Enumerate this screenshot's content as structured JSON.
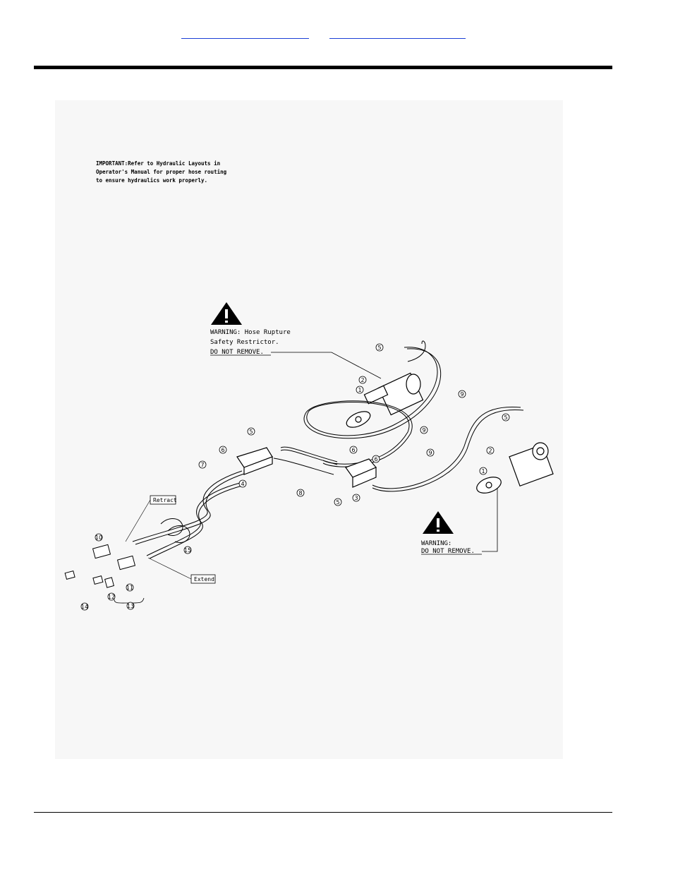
{
  "header": {
    "link_a": "",
    "link_b": ""
  },
  "figure": {
    "note_lines": [
      "IMPORTANT:Refer to Hydraulic Layouts in",
      "Operator's Manual for proper hose routing",
      "to ensure hydraulics work properly."
    ],
    "warning_top": {
      "line1": "WARNING: Hose Rupture",
      "line2": "Safety Restrictor.",
      "line3": "DO NOT REMOVE."
    },
    "warning_bottom": {
      "line1": "WARNING:",
      "line2": "DO NOT REMOVE."
    },
    "label_retract": "Retract",
    "label_extend": "Extend",
    "callouts": {
      "c1a": "1",
      "c1b": "1",
      "c2a": "2",
      "c2b": "2",
      "c3": "3",
      "c4": "4",
      "c5a": "5",
      "c5b": "5",
      "c5c": "5",
      "c5d": "5",
      "c6a": "6",
      "c6b": "6",
      "c6c": "6",
      "c7": "7",
      "c8": "8",
      "c9a": "9",
      "c9b": "9",
      "c9c": "9",
      "c10": "10",
      "c11": "11",
      "c12": "12",
      "c13": "13",
      "c14": "14",
      "c15": "15"
    }
  }
}
